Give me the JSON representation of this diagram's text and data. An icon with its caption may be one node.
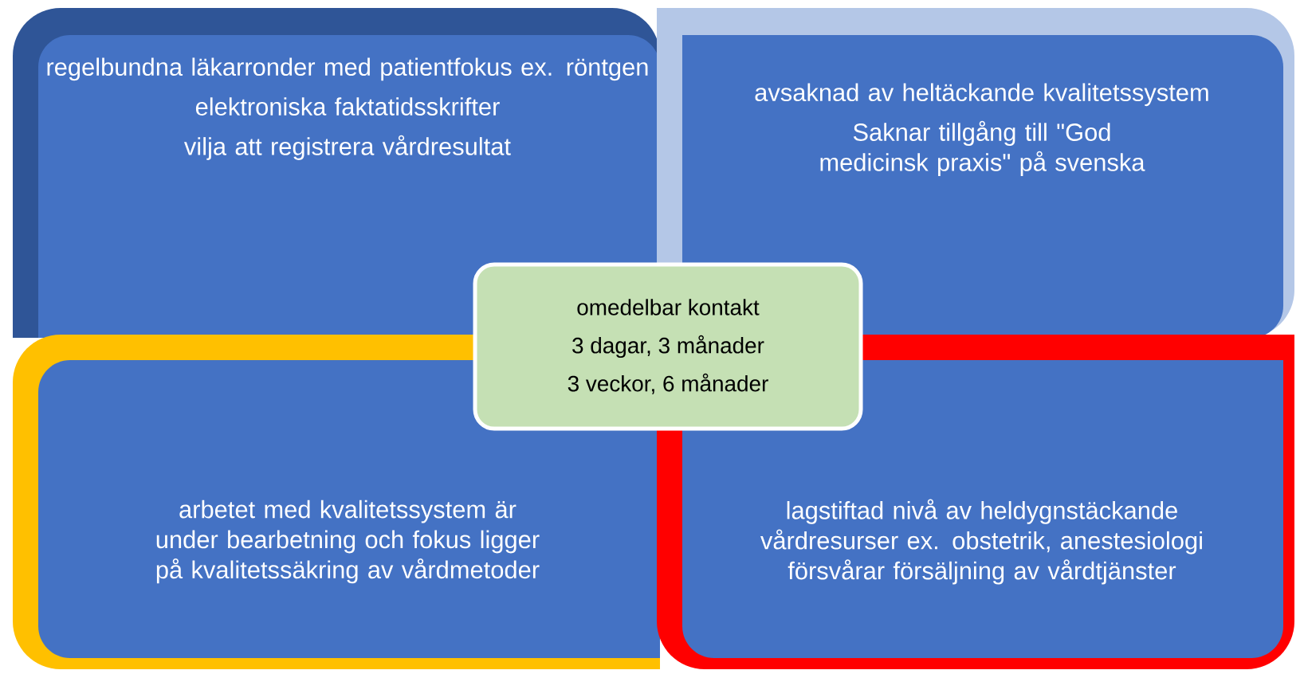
{
  "diagram": {
    "nodes": [
      {
        "text": [
          "regelbundna läkarronder med patientfokus ex. röntgen",
          "elektroniska faktatidsskrifter",
          "vilja att registrera vårdresultat"
        ]
      },
      {
        "text": [
          "avsaknad av heltäckande kvalitetssystem",
          "Saknar tillgång till \"God medicinsk praxis\" på svenska"
        ]
      },
      {
        "text": [
          "arbetet med kvalitetssystem är under bearbetning och fokus ligger på kvalitetssäkring av vårdmetoder"
        ]
      },
      {
        "text": [
          "lagstiftad nivå av heldygnstäckande vårdresurser ex. obstetrik, anestesiologi försvårar  försäljning av vårdtjänster"
        ]
      },
      {
        "text": [
          "omedelbar kontakt",
          "3 dagar, 3 månader",
          "3 veckor, 6 månader"
        ]
      }
    ]
  }
}
